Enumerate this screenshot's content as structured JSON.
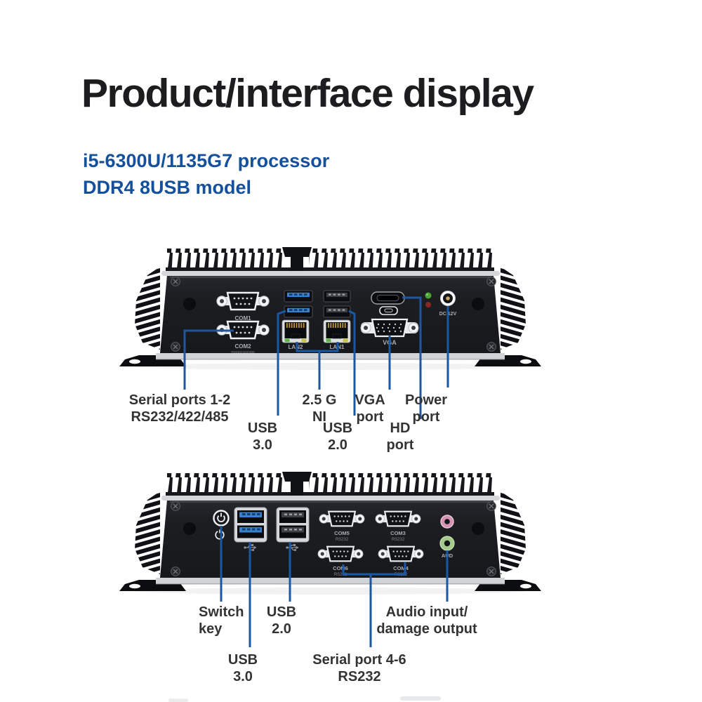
{
  "header": {
    "title": "Product/interface display",
    "subtitle_line1": "i5-6300U/1135G7 processor",
    "subtitle_line2": "DDR4 8USB model"
  },
  "colors": {
    "accent_blue": "#15509d",
    "leader_line": "#1a57a5",
    "title_text": "#1d1d1f",
    "callout_text": "#333333"
  },
  "device_top": {
    "ports": {
      "com1": "COM1",
      "com1_sub": "RS232/422/485",
      "com2": "COM2",
      "com2_sub": "RS232/422/485",
      "lan2": "LAN2",
      "lan1": "LAN1",
      "vga": "VGA",
      "dc_power": "DC 12V"
    },
    "callouts": {
      "serial": {
        "line1": "Serial ports 1-2",
        "line2": "RS232/422/485"
      },
      "usb3": {
        "line1": "USB",
        "line2": "3.0"
      },
      "lan": {
        "line1": "2.5 G",
        "line2": "NI"
      },
      "usb2": {
        "line1": "USB",
        "line2": "2.0"
      },
      "vga": {
        "line1": "VGA",
        "line2": "port"
      },
      "hd": {
        "line1": "HD",
        "line2": "port"
      },
      "power": {
        "line1": "Power",
        "line2": "port"
      }
    }
  },
  "device_bottom": {
    "ports": {
      "com5": "COM5",
      "com5_sub": "RS232",
      "com3": "COM3",
      "com3_sub": "RS232",
      "com6": "COM6",
      "com6_sub": "RS232",
      "com4": "COM4",
      "com4_sub": "RS232",
      "audio": "AUD"
    },
    "callouts": {
      "switch": {
        "line1": "Switch",
        "line2": "key"
      },
      "usb2": {
        "line1": "USB",
        "line2": "2.0"
      },
      "audio": {
        "line1": "Audio input/",
        "line2": "damage output"
      },
      "usb3": {
        "line1": "USB",
        "line2": "3.0"
      },
      "serial": {
        "line1": "Serial port 4-6",
        "line2": "RS232"
      }
    }
  }
}
